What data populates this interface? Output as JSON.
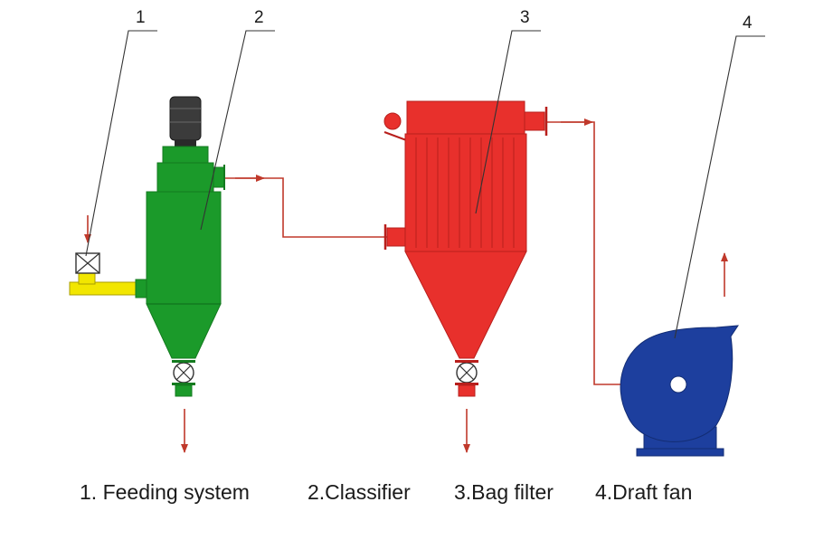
{
  "callouts": [
    "1",
    "2",
    "3",
    "4"
  ],
  "captions": [
    "1. Feeding system",
    "2.Classifier",
    "3.Bag filter",
    "4.Draft fan"
  ],
  "colors": {
    "feeder": "#f2e600",
    "classifier": "#1b9a2a",
    "classifier_dark": "#137a1f",
    "motor": "#3b3b3b",
    "bag_filter": "#e8302c",
    "bag_filter_dark": "#b81f1c",
    "draft_fan": "#1d3f9e",
    "flow_line": "#c0392b",
    "leader_line": "#333333"
  }
}
